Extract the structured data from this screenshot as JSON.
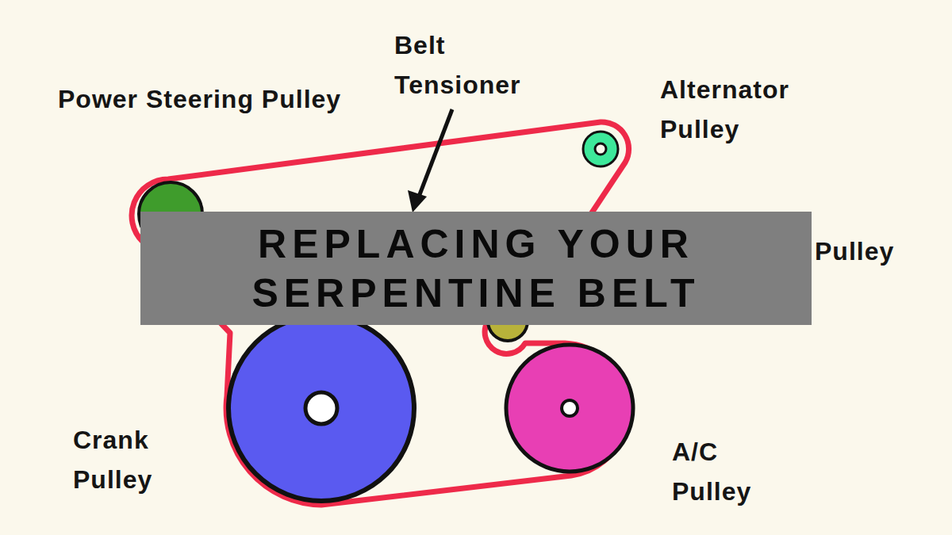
{
  "diagram": {
    "nodes": [
      {
        "text": [
          "REPLACING YOUR SERPENTINE BELT"
        ]
      }
    ],
    "labels": [
      "Belt Tensioner",
      "Power Steering Pulley",
      "Alternator Pulley",
      "Pulley",
      "Crank Pulley",
      "A/C Pulley"
    ]
  }
}
